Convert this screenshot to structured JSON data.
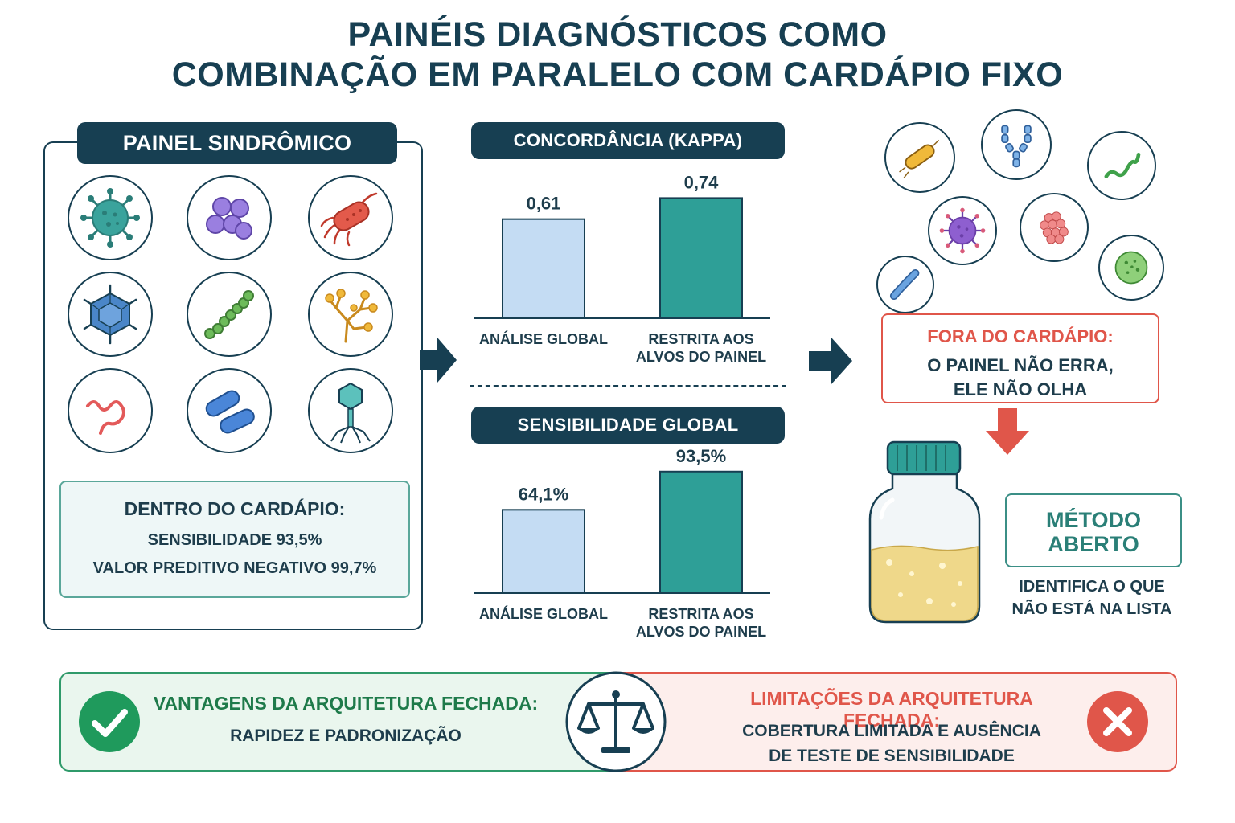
{
  "title": {
    "line1": "PAINÉIS DIAGNÓSTICOS COMO",
    "line2": "COMBINAÇÃO EM PARALELO COM CARDÁPIO FIXO"
  },
  "left_panel": {
    "header": "PAINEL SINDRÔMICO",
    "icons": [
      "virus-icon",
      "cocci-cluster-icon",
      "flagellated-bacterium-icon",
      "icosahedral-virus-icon",
      "streptococcus-chain-icon",
      "fungal-hyphae-icon",
      "spirochete-icon",
      "bacilli-icon",
      "bacteriophage-icon"
    ],
    "inside_menu": {
      "heading": "DENTRO DO CARDÁPIO:",
      "sensitivity": "SENSIBILIDADE 93,5%",
      "npv": "VALOR PREDITIVO NEGATIVO 99,7%"
    }
  },
  "chart_data": [
    {
      "type": "bar",
      "title": "CONCORDÂNCIA (KAPPA)",
      "categories": [
        "ANÁLISE GLOBAL",
        "RESTRITA AOS ALVOS DO PAINEL"
      ],
      "category_lines": [
        [
          "ANÁLISE GLOBAL"
        ],
        [
          "RESTRITA AOS",
          "ALVOS DO PAINEL"
        ]
      ],
      "values": [
        0.61,
        0.74
      ],
      "value_labels": [
        "0,61",
        "0,74"
      ],
      "ylim": [
        0,
        0.92
      ],
      "colors": [
        "#c4dcf3",
        "#2e9f97"
      ]
    },
    {
      "type": "bar",
      "title": "SENSIBILIDADE GLOBAL",
      "categories": [
        "ANÁLISE GLOBAL",
        "RESTRITA AOS ALVOS DO PAINEL"
      ],
      "category_lines": [
        [
          "ANÁLISE GLOBAL"
        ],
        [
          "RESTRITA AOS",
          "ALVOS DO PAINEL"
        ]
      ],
      "values": [
        64.1,
        93.5
      ],
      "value_labels": [
        "64,1%",
        "93,5%"
      ],
      "ylim": [
        0,
        115
      ],
      "colors": [
        "#c4dcf3",
        "#2e9f97"
      ]
    }
  ],
  "right_panel": {
    "icons": [
      "yellow-bacillus-icon",
      "branched-fungus-icon",
      "green-spirillum-icon",
      "purple-virus-icon",
      "red-cell-cluster-icon",
      "blue-curved-bacterium-icon",
      "green-round-cell-icon"
    ],
    "outside_menu": {
      "heading": "FORA DO CARDÁPIO:",
      "line1": "O PAINEL NÃO ERRA,",
      "line2": "ELE NÃO OLHA"
    },
    "open_method": {
      "line1": "MÉTODO",
      "line2": "ABERTO",
      "desc1": "IDENTIFICA O QUE",
      "desc2": "NÃO ESTÁ NA LISTA"
    }
  },
  "bottom": {
    "advantages_title": "VANTAGENS DA ARQUITETURA FECHADA:",
    "advantages_text": "RAPIDEZ E PADRONIZAÇÃO",
    "limitations_title": "LIMITAÇÕES DA ARQUITETURA FECHADA:",
    "limitations_line1": "COBERTURA LIMITADA E AUSÊNCIA",
    "limitations_line2": "DE TESTE DE SENSIBILIDADE"
  },
  "colors": {
    "navy": "#173f52",
    "teal": "#2e9f97",
    "light_blue": "#c4dcf3",
    "red": "#e0564a",
    "green": "#2f9a6a"
  }
}
